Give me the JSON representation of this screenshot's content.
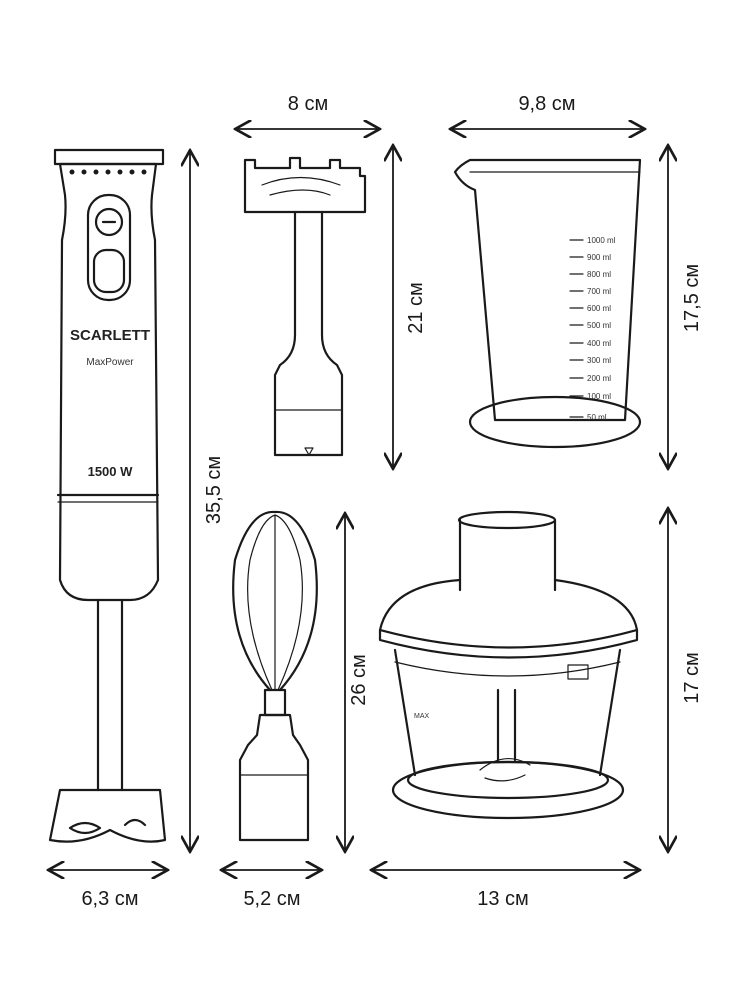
{
  "dimensions": {
    "chopper_blade_width": "8 см",
    "cup_width": "9,8 см",
    "blender_height": "35,5 см",
    "chopper_blade_height": "21 см",
    "cup_height": "17,5 см",
    "whisk_height": "26 см",
    "chopper_height": "17 см",
    "blender_width": "6,3 см",
    "whisk_width": "5,2 см",
    "chopper_width": "13 см"
  },
  "blender": {
    "brand": "SCARLETT",
    "model": "MaxPower",
    "power": "1500 W"
  },
  "cup": {
    "marks": [
      "1000 ml",
      "900 ml",
      "800 ml",
      "700 ml",
      "600 ml",
      "500 ml",
      "400 ml",
      "300 ml",
      "200 ml",
      "100 ml",
      "50 ml"
    ]
  },
  "chopper": {
    "max_label": "MAX"
  }
}
